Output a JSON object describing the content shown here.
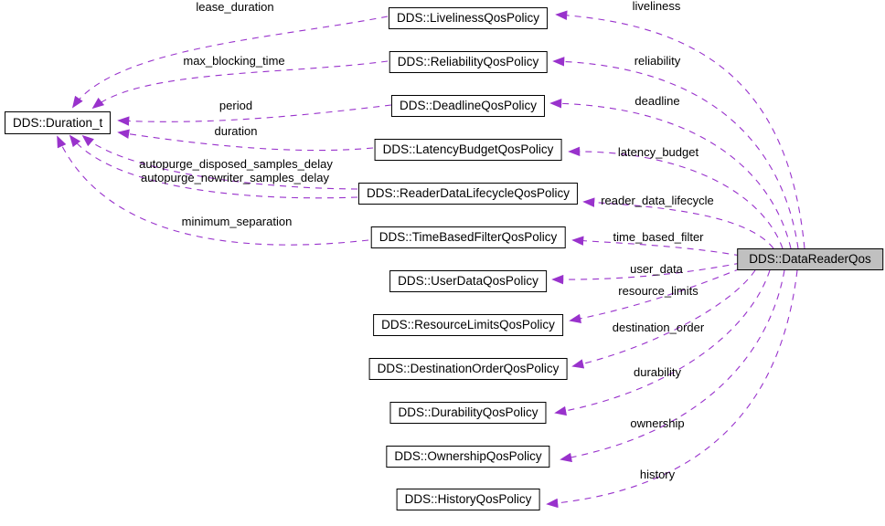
{
  "diagram_type": "collaboration-graph",
  "colors": {
    "edge": "#9932cc",
    "node_fill": "#ffffff",
    "node_border": "#000000",
    "highlight_fill": "#c0c0c0",
    "text": "#000000"
  },
  "nodes": {
    "duration_t": {
      "label": "DDS::Duration_t"
    },
    "liveliness": {
      "label": "DDS::LivelinessQosPolicy"
    },
    "reliability": {
      "label": "DDS::ReliabilityQosPolicy"
    },
    "deadline": {
      "label": "DDS::DeadlineQosPolicy"
    },
    "latency_budget": {
      "label": "DDS::LatencyBudgetQosPolicy"
    },
    "reader_data_lifecycle": {
      "label": "DDS::ReaderDataLifecycleQosPolicy"
    },
    "time_based_filter": {
      "label": "DDS::TimeBasedFilterQosPolicy"
    },
    "user_data": {
      "label": "DDS::UserDataQosPolicy"
    },
    "resource_limits": {
      "label": "DDS::ResourceLimitsQosPolicy"
    },
    "destination_order": {
      "label": "DDS::DestinationOrderQosPolicy"
    },
    "durability": {
      "label": "DDS::DurabilityQosPolicy"
    },
    "ownership": {
      "label": "DDS::OwnershipQosPolicy"
    },
    "history": {
      "label": "DDS::HistoryQosPolicy"
    },
    "data_reader_qos": {
      "label": "DDS::DataReaderQos"
    }
  },
  "edge_labels": {
    "lease_duration": "lease_duration",
    "max_blocking_time": "max_blocking_time",
    "period": "period",
    "duration": "duration",
    "autopurge_disposed": "autopurge_disposed_samples_delay",
    "autopurge_nowriter": "autopurge_nowriter_samples_delay",
    "minimum_separation": "minimum_separation",
    "liveliness": "liveliness",
    "reliability": "reliability",
    "deadline": "deadline",
    "latency_budget": "latency_budget",
    "reader_data_lifecycle": "reader_data_lifecycle",
    "time_based_filter": "time_based_filter",
    "user_data": "user_data",
    "resource_limits": "resource_limits",
    "destination_order": "destination_order",
    "durability": "durability",
    "ownership": "ownership",
    "history": "history"
  }
}
